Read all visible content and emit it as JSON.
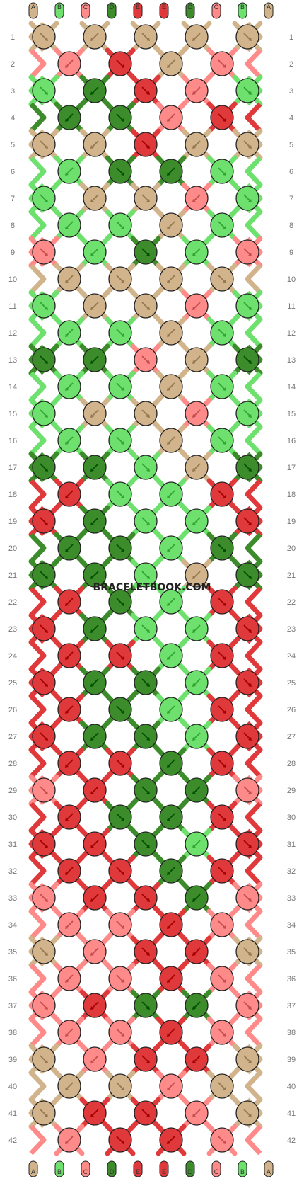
{
  "watermark": "BRACELETBOOK.COM",
  "strings": [
    "A",
    "B",
    "C",
    "D",
    "E",
    "E",
    "D",
    "C",
    "B",
    "A"
  ],
  "row_count": 42,
  "colors": {
    "A": "#d2b48c",
    "B": "#6ee06e",
    "C": "#ff8a8a",
    "D": "#3d8c2c",
    "E": "#e0393b"
  },
  "knot_colors": [
    "AAAAA",
    "CEAAC",
    "BDECB",
    "DDCCE",
    "AAEAA",
    "BDCDB",
    "BAACB",
    "BBCAB",
    "CBDBC",
    "AAEAA",
    "BAACB",
    "BBAAB",
    "DDCAD",
    "BBAAB",
    "BAACB",
    "BBAAB",
    "DDBAD",
    "EBDBE",
    "EDBBE",
    "DDBBD",
    "DDBAD",
    "EDBBE",
    "EDBBE",
    "EEBBE",
    "EDDBE",
    "EDDBE",
    "EDDBE",
    "EEBDE",
    "CEDDC",
    "EDDDE",
    "EEDBE",
    "EEEDE",
    "CEEDC",
    "CCEEC",
    "ACEEA",
    "CCEEC",
    "CEDDC",
    "CCEEC",
    "ACEEA",
    "AACCA",
    "AEECA",
    "CEEEC"
  ]
}
